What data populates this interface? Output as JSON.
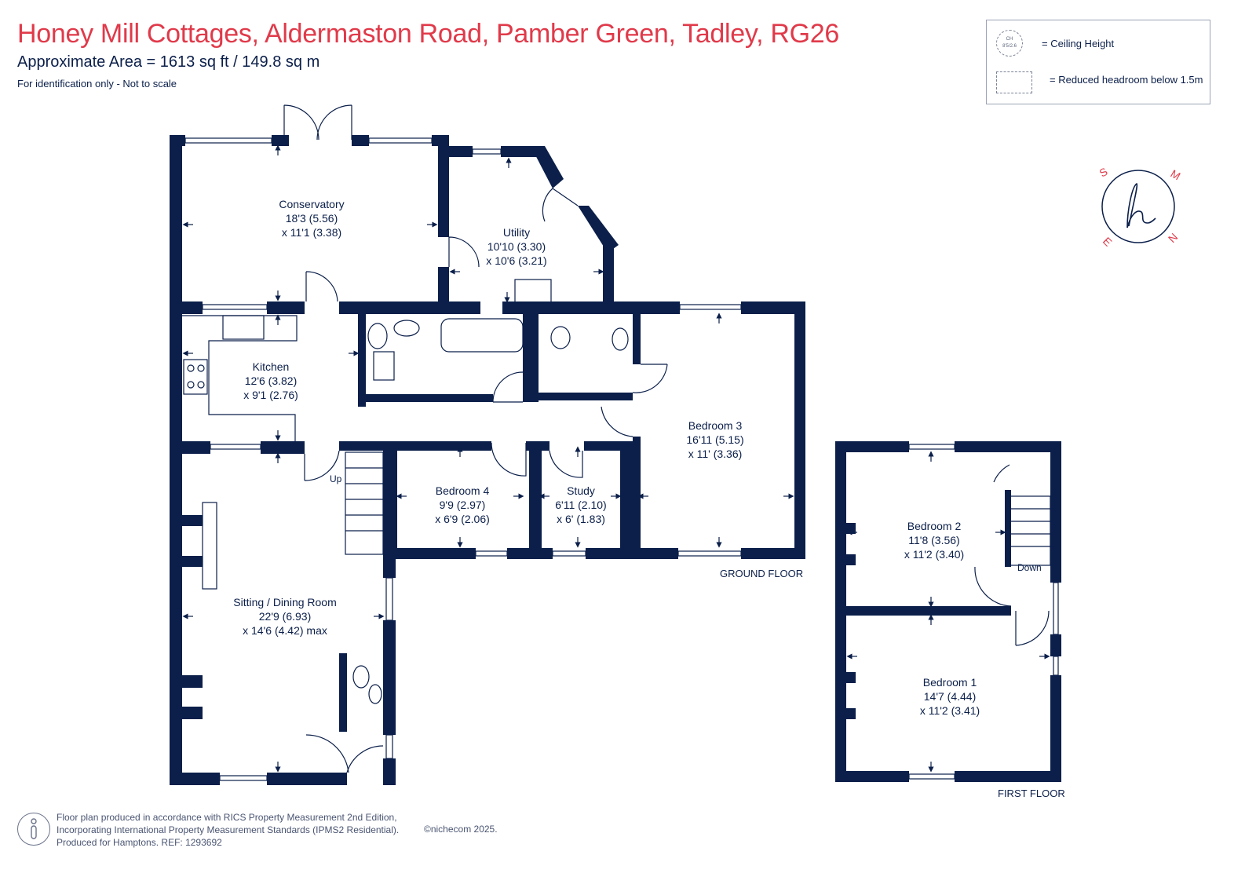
{
  "header": {
    "title": "Honey Mill Cottages, Aldermaston Road, Pamber Green, Tadley, RG26",
    "area": "Approximate Area = 1613 sq ft / 149.8 sq m",
    "note": "For identification only - Not to scale"
  },
  "legend": {
    "ch_symbol_line1": "CH",
    "ch_symbol_line2": "8'5/2.6",
    "ceiling_height": "= Ceiling Height",
    "reduced_headroom": "= Reduced headroom below 1.5m"
  },
  "logo": {
    "letters": [
      "S",
      "M",
      "N",
      "E"
    ]
  },
  "rooms": {
    "conservatory": {
      "name": "Conservatory",
      "dim1": "18'3 (5.56)",
      "dim2": "x 11'1 (3.38)"
    },
    "utility": {
      "name": "Utility",
      "dim1": "10'10 (3.30)",
      "dim2": "x 10'6 (3.21)"
    },
    "kitchen": {
      "name": "Kitchen",
      "dim1": "12'6 (3.82)",
      "dim2": "x 9'1 (2.76)"
    },
    "bedroom3": {
      "name": "Bedroom 3",
      "dim1": "16'11 (5.15)",
      "dim2": "x 11' (3.36)"
    },
    "bedroom4": {
      "name": "Bedroom 4",
      "dim1": "9'9 (2.97)",
      "dim2": "x 6'9 (2.06)"
    },
    "study": {
      "name": "Study",
      "dim1": "6'11 (2.10)",
      "dim2": "x 6' (1.83)"
    },
    "sitting": {
      "name": "Sitting  / Dining Room",
      "dim1": "22'9 (6.93)",
      "dim2": "x 14'6 (4.42) max"
    },
    "bedroom2": {
      "name": "Bedroom 2",
      "dim1": "11'8 (3.56)",
      "dim2": "x 11'2 (3.40)"
    },
    "bedroom1": {
      "name": "Bedroom 1",
      "dim1": "14'7 (4.44)",
      "dim2": "x 11'2 (3.41)"
    }
  },
  "stairs": {
    "up": "Up",
    "down": "Down"
  },
  "floors": {
    "ground": "GROUND FLOOR",
    "first": "FIRST FLOOR"
  },
  "footer": {
    "line1": "Floor plan produced in accordance with RICS Property Measurement 2nd Edition,",
    "line2": "Incorporating International Property Measurement Standards (IPMS2 Residential).",
    "line3": "Produced for Hamptons.   REF:  1293692",
    "copyright": "©nichecom 2025."
  },
  "colors": {
    "wall": "#0b1f4a",
    "title": "#e03a4a",
    "logo": "#e03a4a"
  }
}
